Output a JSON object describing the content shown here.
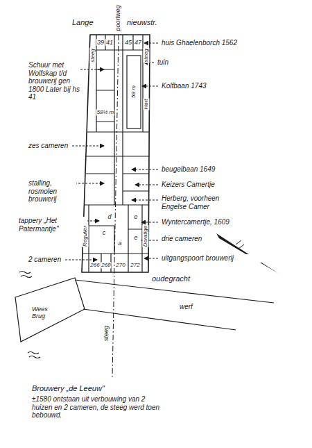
{
  "diagram": {
    "title": "Brouwery „de Leeuw\"",
    "caption": "±1580 ontstaan uit verbouwing van 2 huizen en 2 cameren, de steeg werd toen bebouwd.",
    "labels": [
      "Lange",
      "nieuwstr.",
      "poortweg",
      "steeg",
      "steeg",
      "39",
      "41",
      "45",
      "47",
      "huis Ghaelenborch 1562",
      "tuin",
      "Kolfbaan 1743",
      "Schuur met Wolfskap t/d brouwerij gen 1800 Later bij hs 41",
      "zes cameren",
      "58 m",
      "58½ m",
      "Hart",
      "stalling, rosmolen brouwerij",
      "beugelbaan 1649",
      "Keizers Camertje",
      "Herberg, voorheen Engelse Camer",
      "tappery „Het Patermantje\"",
      "Wyntercamertje, 1609",
      "drie cameren",
      "2 cameren",
      "uitgangspoort brouwerij",
      "Regulier",
      "Doratige",
      "266",
      "268",
      "270",
      "272",
      "c",
      "e",
      "e",
      "a",
      "d",
      "steeg",
      "oudegracht",
      "Wees Brug",
      "werf"
    ]
  }
}
